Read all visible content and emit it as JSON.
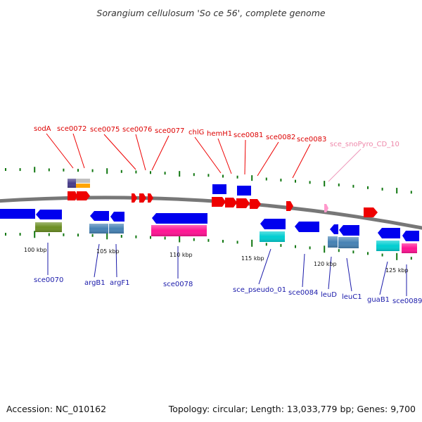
{
  "title": "Sorangium cellulosum 'So ce 56', complete genome",
  "footer": {
    "accession": "Accession: NC_010162",
    "topology": "Topology: circular; Length: 13,033,779 bp; Genes: 9,700"
  },
  "scale_labels": [
    "100 kbp",
    "105 kbp",
    "110 kbp",
    "115 kbp",
    "120 kbp",
    "125 kbp"
  ],
  "top_labels": [
    "sodA",
    "sce0072",
    "sce0075",
    "sce0076",
    "sce0077",
    "chlG",
    "hemH1",
    "sce0081",
    "sce0082",
    "sce0083",
    "sce_snoPyro_CD_10"
  ],
  "bottom_labels": [
    "sce0070",
    "argB1",
    "argF1",
    "sce0078",
    "sce_pseudo_01",
    "sce0084",
    "leuD",
    "leuC1",
    "guaB1",
    "sce0089"
  ],
  "colors": {
    "forward_gene": "#ee0000",
    "reverse_gene": "#0000ee",
    "snoRNA": "#ff99cc",
    "feature_olive": "#6b8e23",
    "feature_steelblue": "#4682b4",
    "feature_magenta": "#ff1493",
    "feature_cyan": "#00ced1",
    "feature_purple": "#483d8b",
    "feature_orange": "#ffa500",
    "feature_silver": "#c0c0c0",
    "backbone": "#777777",
    "tick": "#117711"
  }
}
